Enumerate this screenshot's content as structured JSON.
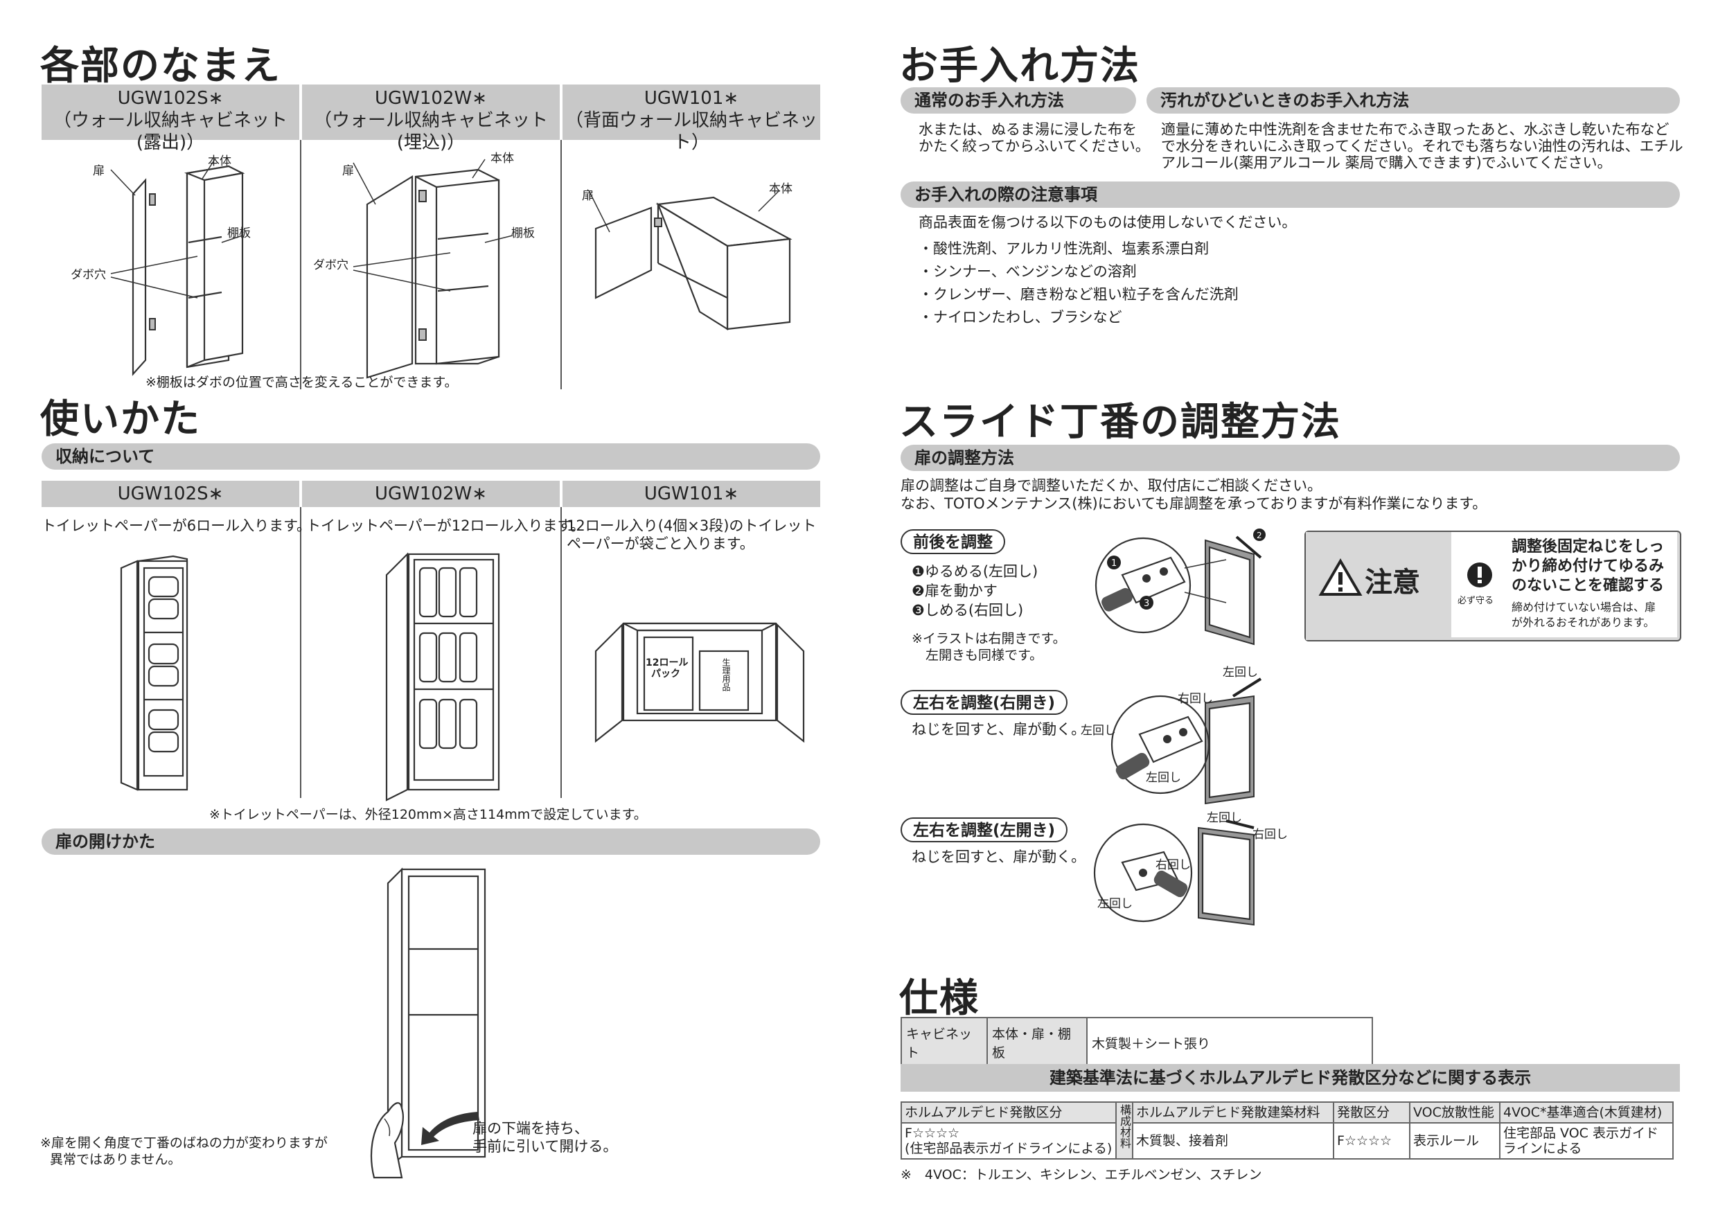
{
  "left": {
    "parts_title": "各部のなまえ",
    "models": [
      {
        "code": "UGW102S∗",
        "name": "（ウォール収納キャビネット(露出)）"
      },
      {
        "code": "UGW102W∗",
        "name": "（ウォール収納キャビネット(埋込)）"
      },
      {
        "code": "UGW101∗",
        "name": "（背面ウォール収納キャビネット）"
      }
    ],
    "part_labels": {
      "door": "扉",
      "body": "本体",
      "shelf": "棚板",
      "dowel": "ダボ穴"
    },
    "parts_note": "※棚板はダボの位置で高さを変えることができます。",
    "usage_title": "使いかた",
    "storage_pill": "収納について",
    "storage_codes": [
      "UGW102S∗",
      "UGW102W∗",
      "UGW101∗"
    ],
    "storage_texts": [
      "トイレットペーパーが6ロール入ります。",
      "トイレットペーパーが12ロール入ります。",
      "12ロール入り(4個×3段)のトイレット",
      "ペーパーが袋ごと入ります。"
    ],
    "pack_label_1": "12ロール",
    "pack_label_2": "パック",
    "sanitary_label": "生理用品",
    "storage_note": "※トイレットペーパーは、外径120mm×高さ114mmで設定しています。",
    "door_pill": "扉の開けかた",
    "door_instr_1": "扉の下端を持ち、",
    "door_instr_2": "手前に引いて開ける。",
    "door_note_1": "※扉を開く角度で丁番のばねの力が変わりますが",
    "door_note_2": "異常ではありません。"
  },
  "right": {
    "care_title": "お手入れ方法",
    "normal_pill": "通常のお手入れ方法",
    "normal_text_1": "水または、ぬるま湯に浸した布を",
    "normal_text_2": "かたく絞ってからふいてください。",
    "dirty_pill": "汚れがひどいときのお手入れ方法",
    "dirty_text_1": "適量に薄めた中性洗剤を含ませた布でふき取ったあと、水ぶきし乾いた布など",
    "dirty_text_2": "で水分をきれいにふき取ってください。それでも落ちない油性の汚れは、エチル",
    "dirty_text_3": "アルコール(薬用アルコール 薬局で購入できます)でふいてください。",
    "caution_pill": "お手入れの際の注意事項",
    "caution_intro": "商品表面を傷つける以下のものは使用しないでください。",
    "caution_items": [
      "・酸性洗剤、アルカリ性洗剤、塩素系漂白剤",
      "・シンナー、ベンジンなどの溶剤",
      "・クレンザー、磨き粉など粗い粒子を含んだ洗剤",
      "・ナイロンたわし、ブラシなど"
    ],
    "hinge_title": "スライド丁番の調整方法",
    "door_adj_pill": "扉の調整方法",
    "door_adj_text_1": "扉の調整はご自身で調整いただくか、取付店にご相談ください。",
    "door_adj_text_2": "なお、TOTOメンテナンス(株)においても扉調整を承っておりますが有料作業になります。",
    "fb_tag": "前後を調整",
    "fb_steps": [
      "❶ゆるめる(左回し)",
      "❷扉を動かす",
      "❸しめる(右回し)"
    ],
    "fb_note_1": "※イラストは右開きです。",
    "fb_note_2": "左開きも同様です。",
    "lr_right_tag": "左右を調整(右開き)",
    "lr_left_tag": "左右を調整(左開き)",
    "lr_text": "ねじを回すと、扉が動く。",
    "turn_left": "左回し",
    "turn_right": "右回し",
    "warning_title": "注意",
    "must_do": "必ず守る",
    "warning_main_1": "調整後固定ねじをしっ",
    "warning_main_2": "かり締め付けてゆるみ",
    "warning_main_3": "のないことを確認する",
    "warning_sub_1": "締め付けていない場合は、扉",
    "warning_sub_2": "が外れるおそれがあります。",
    "spec_title": "仕様",
    "spec_row": [
      "キャビネット",
      "本体・扉・棚板",
      "木質製＋シート張り"
    ],
    "formaldehyde_bar": "建築基準法に基づくホルムアルデヒド発散区分などに関する表示",
    "fm": {
      "h1": "ホルムアルデヒド発散区分",
      "v1a": "F☆☆☆☆",
      "v1b": "(住宅部品表示ガイドラインによる)",
      "h2": "構成材料",
      "h3": "ホルムアルデヒド発散建築材料",
      "v3": "木質製、接着剤",
      "h4": "発散区分",
      "v4": "F☆☆☆☆",
      "h5": "VOC放散性能",
      "v5": "表示ルール",
      "h6": "4VOC*基準適合(木質建材)",
      "v6a": "住宅部品 VOC 表示ガイド",
      "v6b": "ラインによる"
    },
    "voc_note": "※　4VOC：トルエン、キシレン、エチルベンゼン、スチレン"
  }
}
